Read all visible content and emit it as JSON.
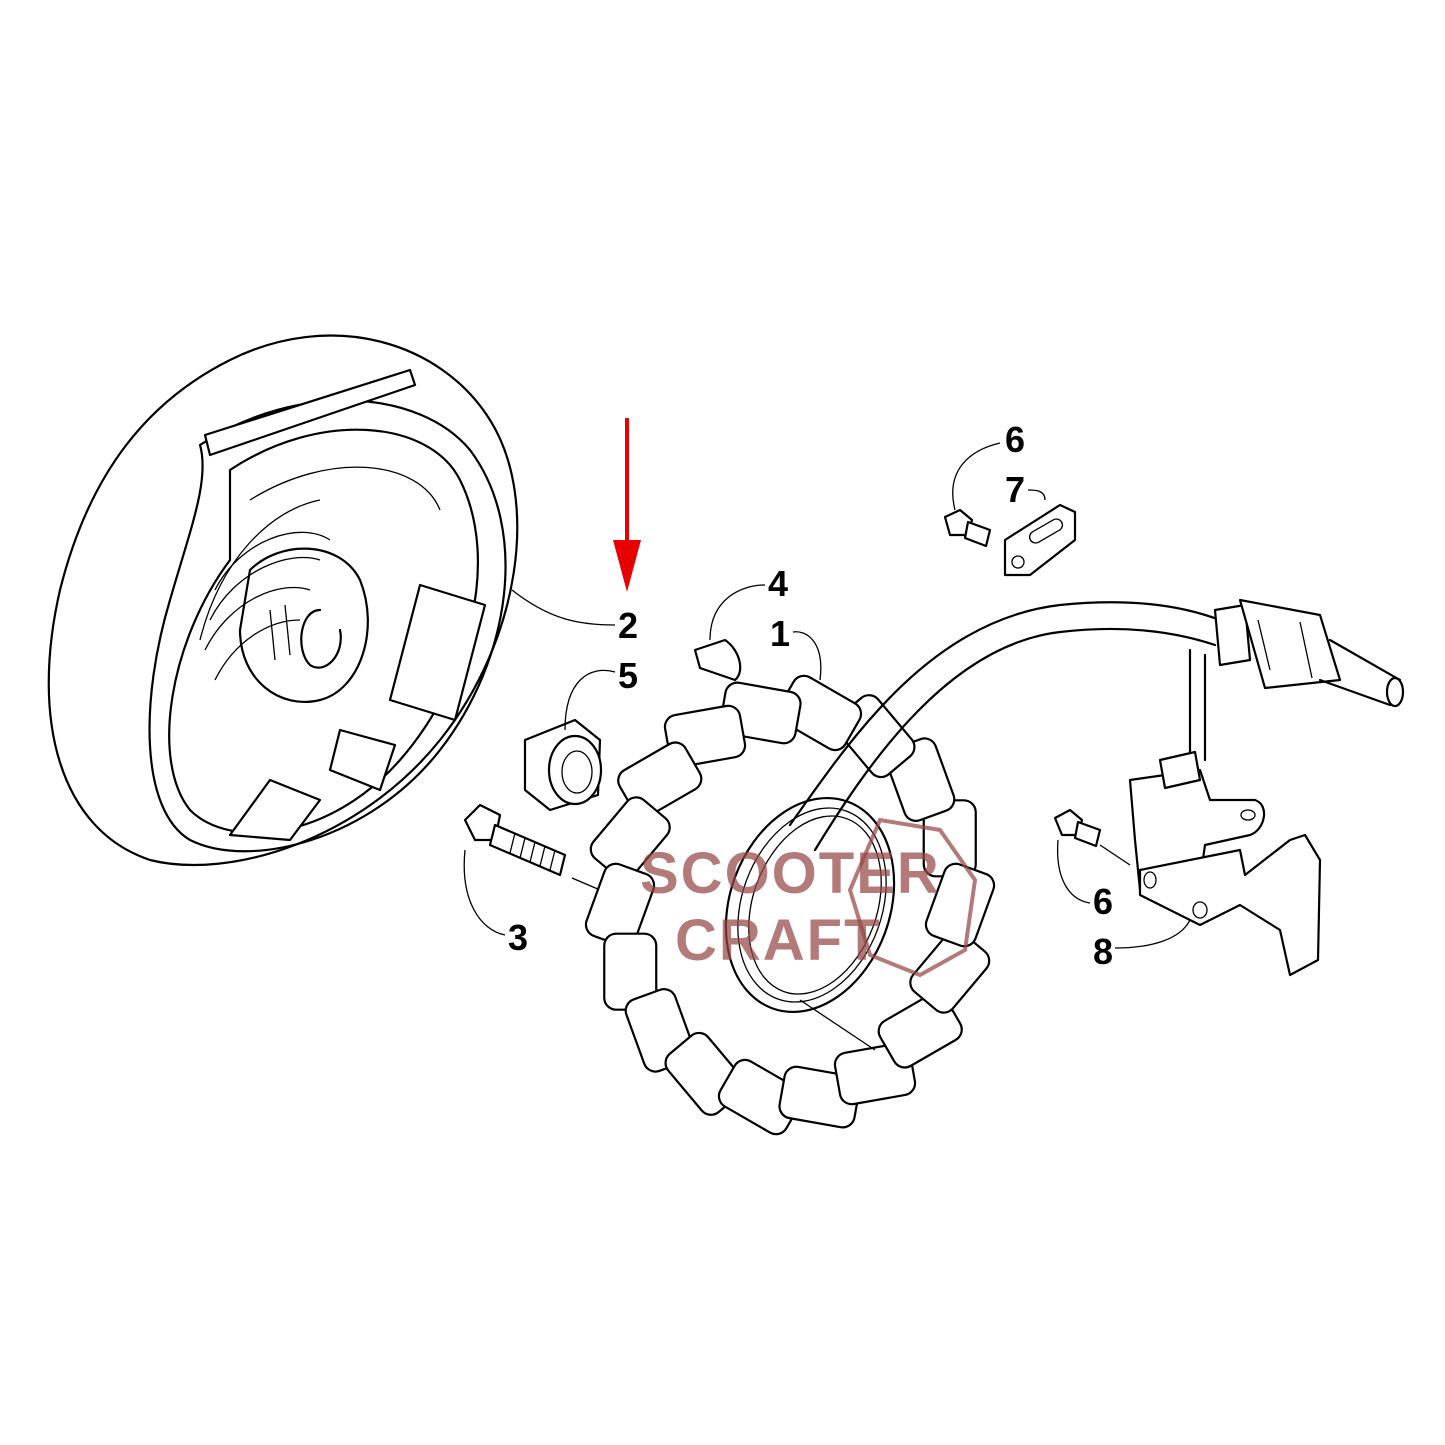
{
  "diagram": {
    "title": "Stator / flywheel magneto exploded parts diagram",
    "callouts": {
      "stator": "1",
      "flywheel": "2",
      "flywheel_bolt": "3",
      "key": "4",
      "nut": "5",
      "screw_upper": "6",
      "cable_clamp": "7",
      "screw_lower": "6",
      "bracket": "8"
    },
    "highlight": {
      "target_callout": "2",
      "arrow_color": "#e60000"
    },
    "watermark": {
      "line1": "SCOOTER",
      "line2": "CRAFT",
      "color": "#964646"
    }
  }
}
